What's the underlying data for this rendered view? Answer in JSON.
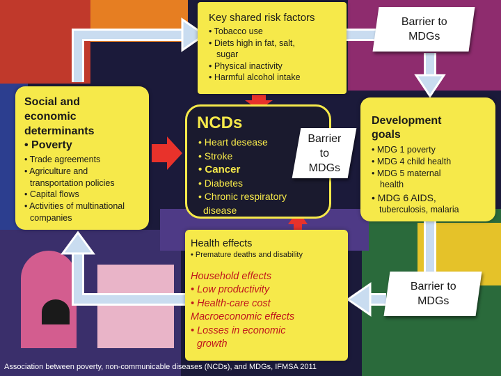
{
  "risk_factors": {
    "title": "Key shared risk factors",
    "items": [
      "• Tobacco use",
      "• Diets high in fat, salt,",
      "sugar",
      "• Physical inactivity",
      "• Harmful alcohol intake"
    ]
  },
  "barrier_top": {
    "line1": "Barrier to",
    "line2": "MDGs"
  },
  "social": {
    "title_lines": [
      "Social and",
      "economic",
      "determinants"
    ],
    "poverty": "• Poverty",
    "items": [
      "• Trade agreements",
      "• Agriculture and",
      "transportation policies",
      "• Capital flows",
      "• Activities of multinational",
      "companies"
    ]
  },
  "ncds": {
    "title": "NCDs",
    "items": [
      "• Heart desease",
      "• Stroke",
      "• Cancer",
      "• Diabetes",
      "• Chronic respiratory",
      "disease"
    ],
    "barrier": [
      "Barrier",
      "to",
      "MDGs"
    ]
  },
  "development": {
    "title_lines": [
      "Development",
      "goals"
    ],
    "items": [
      "• MDG 1 poverty",
      "• MDG 4 child health",
      "• MDG 5 maternal",
      "health",
      "• MDG 6 AIDS,",
      "tuberculosis, malaria"
    ]
  },
  "health": {
    "title": "Health effects",
    "subtitle": "• Premature deaths and disability",
    "items": [
      "Household effects",
      "• Low productivity",
      "• Health-care cost",
      "Macroeconomic effects",
      "• Losses in economic",
      "growth"
    ]
  },
  "barrier_bottom": {
    "line1": "Barrier to",
    "line2": "MDGs"
  },
  "caption": "Association between poverty, non-communicable diseases (NCDs), and MDGs, IFMSA 2011",
  "colors": {
    "panel": "#f6e94a",
    "arrow_red": "#e8322b",
    "arrow_blue": "#c9dcf0",
    "italic_red": "#c0171d",
    "dark": "#1a1a2e"
  }
}
